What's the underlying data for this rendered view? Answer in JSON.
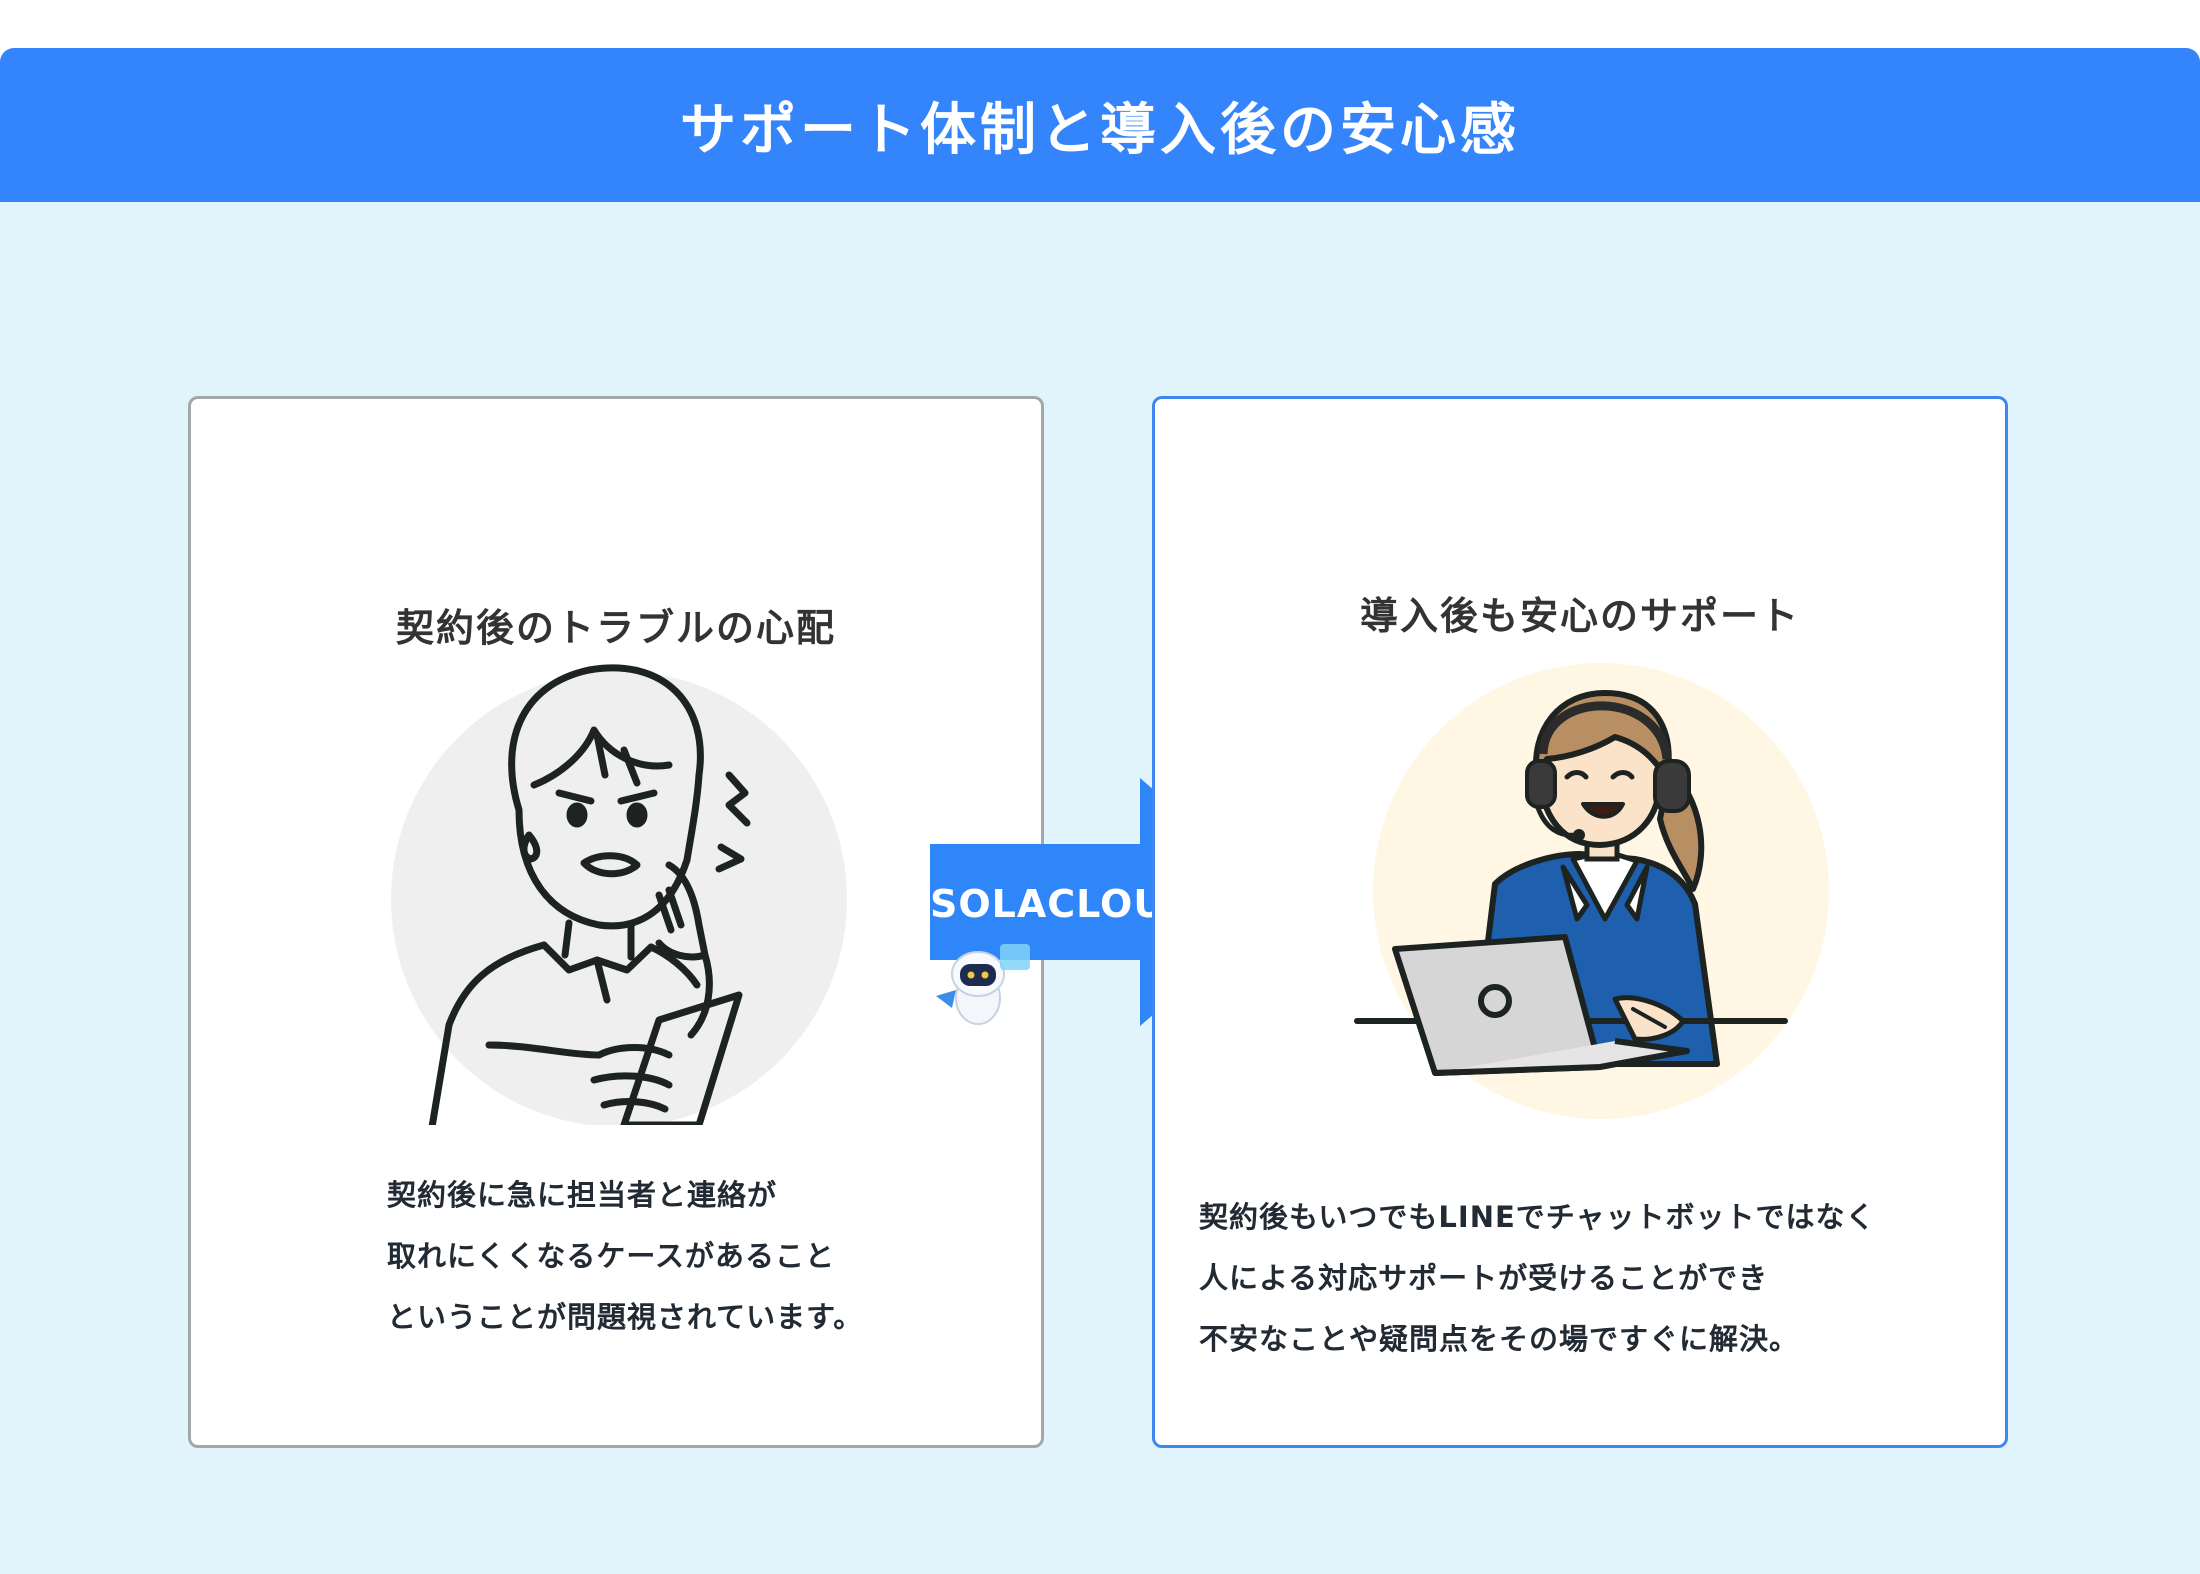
{
  "header": {
    "title": "サポート体制と導入後の安心感"
  },
  "left_card": {
    "title": "契約後のトラブルの心配",
    "lines": [
      "契約後に急に担当者と連絡が",
      "取れにくくなるケースがあること",
      "ということが問題視されています。"
    ],
    "illustration": "worried-person-with-phone"
  },
  "arrow": {
    "label": "SOLACLOUD",
    "icon": "robot-mascot-icon"
  },
  "right_card": {
    "title": "導入後も安心のサポート",
    "lines": [
      "契約後もいつでもLINEでチャットボットではなく",
      "人による対応サポートが受けることができ",
      "不安なことや疑問点をその場ですぐに解決。"
    ],
    "illustration": "support-operator-with-headset"
  },
  "colors": {
    "header": "#3485fb",
    "background": "#e1f4fb",
    "left_border": "#a3a6aa",
    "right_border": "#3f86f0",
    "arrow": "#2f86f8",
    "suit": "#1e5fae"
  }
}
